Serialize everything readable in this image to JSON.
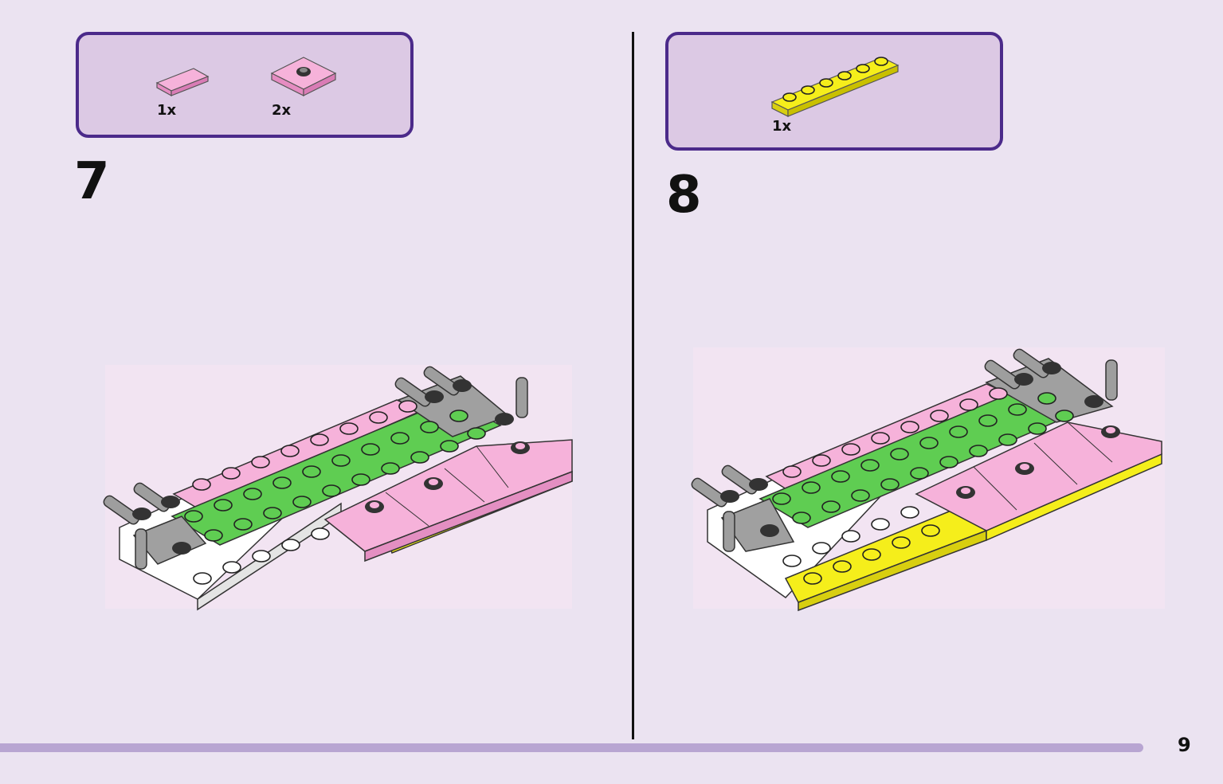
{
  "steps": [
    {
      "number": "7",
      "parts": [
        {
          "quantity": "1x",
          "name": "pink-tile-1x2-icon"
        },
        {
          "quantity": "2x",
          "name": "pink-plate-2x2-jumper-icon"
        }
      ]
    },
    {
      "number": "8",
      "parts": [
        {
          "quantity": "1x",
          "name": "yellow-plate-1x6-icon"
        }
      ]
    }
  ],
  "page": {
    "number": "9"
  },
  "colors": {
    "background": "#ebe3f1",
    "box_border": "#4b2a8a",
    "box_fill": "#dcc9e4",
    "brick_pink": "#f6a6d5",
    "brick_green": "#5fcd52",
    "brick_yellow": "#f5ee1b",
    "brick_white": "#ffffff",
    "brick_gray": "#9e9e9e",
    "progress_bar": "#b8a5d2"
  }
}
